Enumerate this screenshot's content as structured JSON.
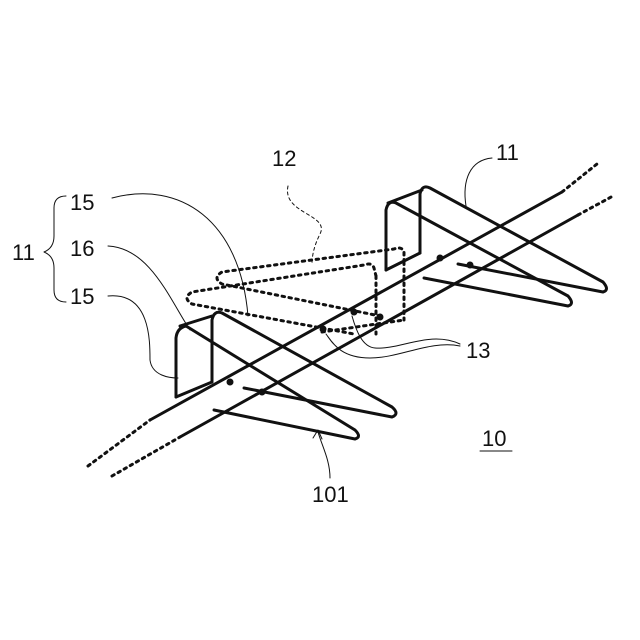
{
  "labels": {
    "assembly": "11",
    "bracket_outer_top": "15",
    "bracket_middle": "16",
    "bracket_outer_bottom": "15",
    "phantom": "12",
    "right_unit": "11",
    "joint": "13",
    "figure": "10",
    "rail": "101"
  },
  "colors": {
    "ink": "#111111",
    "background": "#ffffff"
  }
}
